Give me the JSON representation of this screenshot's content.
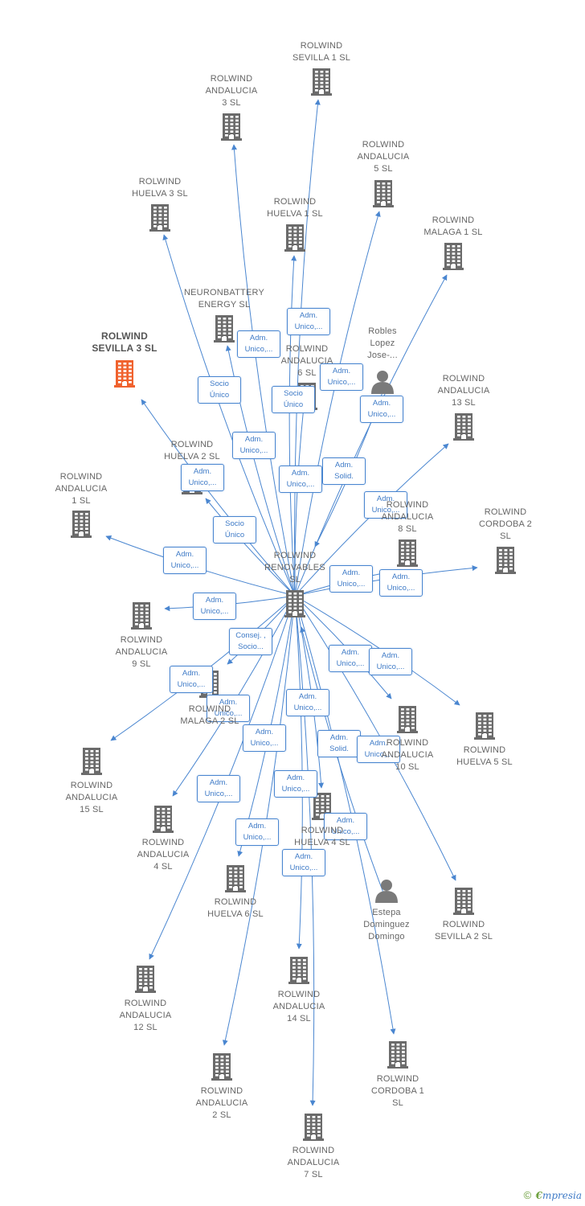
{
  "colors": {
    "edge": "#4a86d0",
    "building": "#6b6b6b",
    "focus_building": "#f0622e",
    "person": "#7a7a7a"
  },
  "center": "renovables",
  "nodes": [
    {
      "id": "sevilla1",
      "label": "ROLWIND\nSEVILLA 1  SL",
      "icon": "building-icon"
    },
    {
      "id": "andalucia3",
      "label": "ROLWIND\nANDALUCIA\n3  SL",
      "icon": "building-icon"
    },
    {
      "id": "andalucia5",
      "label": "ROLWIND\nANDALUCIA\n5  SL",
      "icon": "building-icon"
    },
    {
      "id": "huelva3",
      "label": "ROLWIND\nHUELVA 3  SL",
      "icon": "building-icon"
    },
    {
      "id": "huelva1",
      "label": "ROLWIND\nHUELVA 1  SL",
      "icon": "building-icon"
    },
    {
      "id": "malaga1",
      "label": "ROLWIND\nMALAGA 1  SL",
      "icon": "building-icon"
    },
    {
      "id": "neuronbattery",
      "label": "NEURONBATTERY\nENERGY  SL",
      "icon": "building-icon"
    },
    {
      "id": "sevilla3",
      "label": "ROLWIND\nSEVILLA 3  SL",
      "icon": "building-icon",
      "focus": true
    },
    {
      "id": "andalucia6",
      "label": "ROLWIND\nANDALUCIA\n6  SL",
      "icon": "building-icon"
    },
    {
      "id": "robles",
      "label": "Robles\nLopez\nJose-...",
      "icon": "person-icon"
    },
    {
      "id": "andalucia13",
      "label": "ROLWIND\nANDALUCIA\n13  SL",
      "icon": "building-icon"
    },
    {
      "id": "huelva2",
      "label": "ROLWIND\nHUELVA 2  SL",
      "icon": "building-icon"
    },
    {
      "id": "andalucia1",
      "label": "ROLWIND\nANDALUCIA\n1  SL",
      "icon": "building-icon"
    },
    {
      "id": "andalucia8",
      "label": "ROLWIND\nANDALUCIA\n8  SL",
      "icon": "building-icon"
    },
    {
      "id": "cordoba2",
      "label": "ROLWIND\nCORDOBA 2\nSL",
      "icon": "building-icon"
    },
    {
      "id": "renovables",
      "label": "ROLWIND\nRENOVABLES\nSL",
      "icon": "building-icon"
    },
    {
      "id": "andalucia9",
      "label": "ROLWIND\nANDALUCIA\n9  SL",
      "icon": "building-icon"
    },
    {
      "id": "malaga2",
      "label": "ROLWIND\nMALAGA 2  SL",
      "icon": "building-icon"
    },
    {
      "id": "andalucia10",
      "label": "ROLWIND\nANDALUCIA\n10  SL",
      "icon": "building-icon"
    },
    {
      "id": "huelva5",
      "label": "ROLWIND\nHUELVA 5  SL",
      "icon": "building-icon"
    },
    {
      "id": "andalucia15",
      "label": "ROLWIND\nANDALUCIA\n15  SL",
      "icon": "building-icon"
    },
    {
      "id": "andalucia4",
      "label": "ROLWIND\nANDALUCIA\n4  SL",
      "icon": "building-icon"
    },
    {
      "id": "huelva4",
      "label": "ROLWIND\nHUELVA 4  SL",
      "icon": "building-icon"
    },
    {
      "id": "huelva6",
      "label": "ROLWIND\nHUELVA 6  SL",
      "icon": "building-icon"
    },
    {
      "id": "estepa",
      "label": "Estepa\nDominguez\nDomingo",
      "icon": "person-icon"
    },
    {
      "id": "sevilla2",
      "label": "ROLWIND\nSEVILLA 2  SL",
      "icon": "building-icon"
    },
    {
      "id": "andalucia12",
      "label": "ROLWIND\nANDALUCIA\n12  SL",
      "icon": "building-icon"
    },
    {
      "id": "andalucia14",
      "label": "ROLWIND\nANDALUCIA\n14  SL",
      "icon": "building-icon"
    },
    {
      "id": "andalucia2",
      "label": "ROLWIND\nANDALUCIA\n2  SL",
      "icon": "building-icon"
    },
    {
      "id": "cordoba1",
      "label": "ROLWIND\nCORDOBA 1\nSL",
      "icon": "building-icon"
    },
    {
      "id": "andalucia7",
      "label": "ROLWIND\nANDALUCIA\n7  SL",
      "icon": "building-icon"
    }
  ],
  "edges": [
    {
      "from": "renovables",
      "to": "sevilla1",
      "label": "Adm.\nUnico,..."
    },
    {
      "from": "renovables",
      "to": "andalucia3",
      "label": "Adm.\nUnico,..."
    },
    {
      "from": "renovables",
      "to": "andalucia5",
      "label": "Adm.\nUnico,..."
    },
    {
      "from": "renovables",
      "to": "huelva3",
      "label": "Socio\nÚnico"
    },
    {
      "from": "renovables",
      "to": "huelva1",
      "label": "Socio\nÚnico"
    },
    {
      "from": "renovables",
      "to": "malaga1",
      "label": "Adm.\nUnico,..."
    },
    {
      "from": "renovables",
      "to": "neuronbattery",
      "label": "Adm.\nUnico,..."
    },
    {
      "from": "renovables",
      "to": "andalucia6",
      "label": "Adm.\nUnico,..."
    },
    {
      "from": "robles",
      "to": "renovables",
      "label": "Adm.\nSolid."
    },
    {
      "from": "renovables",
      "to": "sevilla3",
      "label": "Adm.\nUnico,..."
    },
    {
      "from": "renovables",
      "to": "huelva2",
      "label": "Socio\nÚnico"
    },
    {
      "from": "renovables",
      "to": "andalucia13",
      "label": "Adm.\nUnico,..."
    },
    {
      "from": "renovables",
      "to": "andalucia1",
      "label": "Adm.\nUnico,..."
    },
    {
      "from": "renovables",
      "to": "andalucia8",
      "label": "Adm.\nUnico,..."
    },
    {
      "from": "renovables",
      "to": "cordoba2",
      "label": "Adm.\nUnico,..."
    },
    {
      "from": "renovables",
      "to": "andalucia9",
      "label": "Adm.\nUnico,..."
    },
    {
      "from": "renovables",
      "to": "malaga2",
      "label": "Consej. ,\nSocio..."
    },
    {
      "from": "renovables",
      "to": "andalucia10",
      "label": "Adm.\nUnico,..."
    },
    {
      "from": "renovables",
      "to": "huelva5",
      "label": "Adm.\nUnico,..."
    },
    {
      "from": "renovables",
      "to": "andalucia15",
      "label": "Adm.\nUnico,..."
    },
    {
      "from": "renovables",
      "to": "andalucia4",
      "label": "Adm.\nUnico,..."
    },
    {
      "from": "renovables",
      "to": "huelva4",
      "label": "Adm.\nUnico,..."
    },
    {
      "from": "renovables",
      "to": "huelva6",
      "label": "Adm.\nUnico,..."
    },
    {
      "from": "estepa",
      "to": "renovables",
      "label": "Adm.\nSolid."
    },
    {
      "from": "renovables",
      "to": "sevilla2",
      "label": "Adm.\nUnico,..."
    },
    {
      "from": "renovables",
      "to": "andalucia12",
      "label": "Adm.\nUnico,..."
    },
    {
      "from": "renovables",
      "to": "andalucia14",
      "label": "Adm.\nUnico,..."
    },
    {
      "from": "renovables",
      "to": "andalucia2",
      "label": "Adm.\nUnico,..."
    },
    {
      "from": "renovables",
      "to": "cordoba1",
      "label": "Adm.\nUnico,..."
    },
    {
      "from": "renovables",
      "to": "andalucia7",
      "label": "Adm.\nUnico,..."
    }
  ],
  "footer": {
    "copyright": "©",
    "brand_first": "€",
    "brand_rest": "mpresia"
  }
}
